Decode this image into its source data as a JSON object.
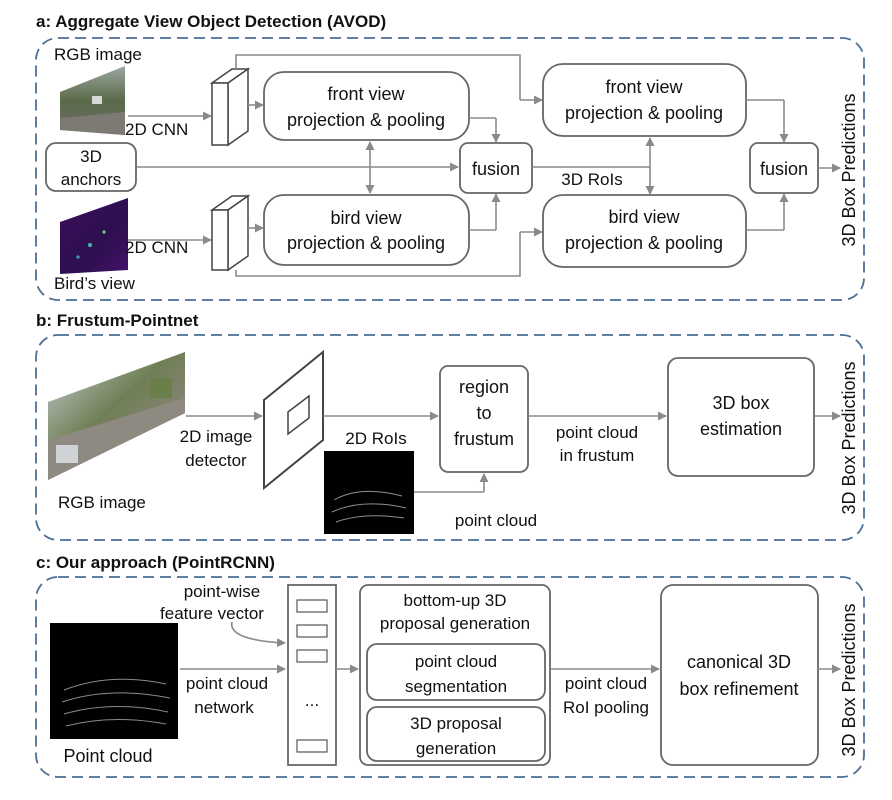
{
  "sections": {
    "a": {
      "title": "a: Aggregate View Object Detection (AVOD)",
      "rgb_image": "RGB image",
      "birds_view": "Bird’s view",
      "cnn_top": "2D CNN",
      "cnn_bottom": "2D CNN",
      "anchors_line1": "3D",
      "anchors_line2": "anchors",
      "front_view_1": [
        "front view",
        "projection & pooling"
      ],
      "bird_view_1": [
        "bird view",
        "projection & pooling"
      ],
      "fusion_1": "fusion",
      "rois": "3D RoIs",
      "front_view_2": [
        "front view",
        "projection & pooling"
      ],
      "bird_view_2": [
        "bird view",
        "projection & pooling"
      ],
      "fusion_2": "fusion",
      "output": "3D Box Predictions"
    },
    "b": {
      "title": "b: Frustum-Pointnet",
      "rgb_image": "RGB image",
      "detector": [
        "2D image",
        "detector"
      ],
      "rois": "2D RoIs",
      "region": [
        "region",
        "to",
        "frustum"
      ],
      "point_cloud_frustum": [
        "point cloud",
        "in frustum"
      ],
      "point_cloud": "point cloud",
      "estimation": [
        "3D box",
        "estimation"
      ],
      "output": "3D Box Predictions"
    },
    "c": {
      "title": "c: Our approach (PointRCNN)",
      "feature_vector": [
        "point-wise",
        "feature vector"
      ],
      "point_cloud_network": [
        "point cloud",
        "network"
      ],
      "point_cloud": "Point cloud",
      "ellipsis": "...",
      "bottom_up": [
        "bottom-up 3D",
        "proposal generation"
      ],
      "segmentation": [
        "point cloud",
        "segmentation"
      ],
      "proposal": [
        "3D proposal",
        "generation"
      ],
      "roi_pooling": [
        "point cloud",
        "RoI pooling"
      ],
      "refinement": [
        "canonical 3D",
        "box refinement"
      ],
      "output": "3D Box Predictions"
    }
  },
  "colors": {
    "panel_border": "#4a6f96",
    "box_border": "#666666",
    "arrow": "#8a8a8a"
  }
}
